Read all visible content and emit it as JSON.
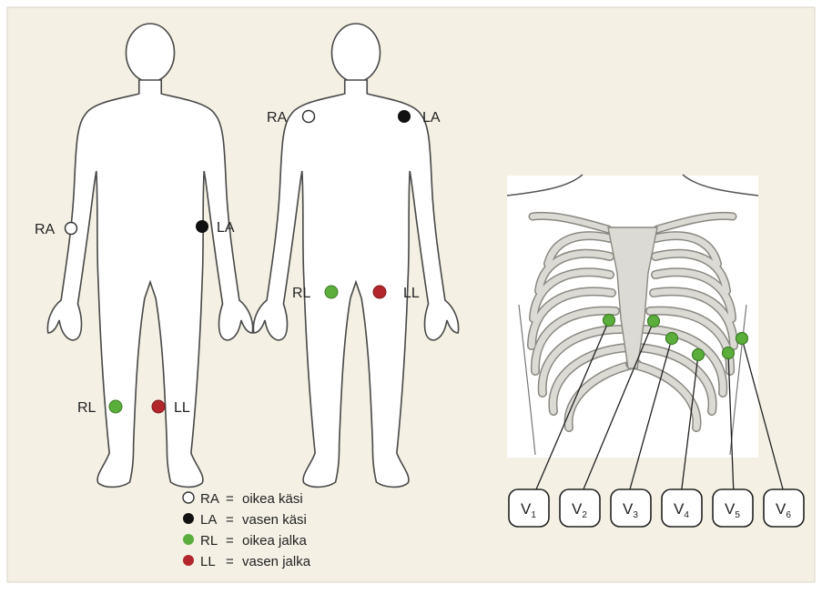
{
  "figure1": {
    "ra": "RA",
    "la": "LA",
    "rl": "RL",
    "ll": "LL"
  },
  "figure2": {
    "ra": "RA",
    "la": "LA",
    "rl": "RL",
    "ll": "LL"
  },
  "legend": {
    "items": [
      {
        "code": "RA",
        "eq": "=",
        "text": "oikea käsi",
        "color": "#ffffff"
      },
      {
        "code": "LA",
        "eq": "=",
        "text": "vasen käsi",
        "color": "#111111"
      },
      {
        "code": "RL",
        "eq": "=",
        "text": "oikea jalka",
        "color": "#5cae3c"
      },
      {
        "code": "LL",
        "eq": "=",
        "text": "vasen jalka",
        "color": "#b3262b"
      }
    ]
  },
  "chest": {
    "labels": [
      {
        "v": "V",
        "n": "1"
      },
      {
        "v": "V",
        "n": "2"
      },
      {
        "v": "V",
        "n": "3"
      },
      {
        "v": "V",
        "n": "4"
      },
      {
        "v": "V",
        "n": "5"
      },
      {
        "v": "V",
        "n": "6"
      }
    ]
  },
  "colors": {
    "background": "#f4f1e4",
    "body_outline": "#4a4a4a",
    "rib_fill": "#dcdad5",
    "electrode_white": "#ffffff",
    "electrode_black": "#111111",
    "electrode_green": "#5cae3c",
    "electrode_red": "#b3262b"
  }
}
